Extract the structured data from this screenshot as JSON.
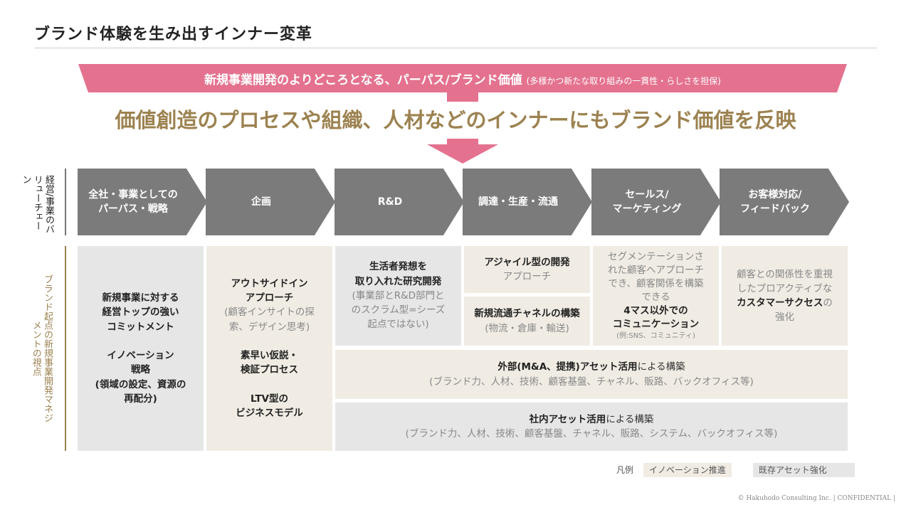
{
  "title": "ブランド体験を生み出すインナー変革",
  "banner": {
    "main": "新規事業開発のよりどころとなる、パーパス/ブランド価値",
    "sub": "(多様かつ新たな取り組みの一貫性・らしさを担保)"
  },
  "headline": "価値創造のプロセスや組織、人材などのインナーにもブランド価値を反映",
  "row_labels": {
    "value_chain": "経営/事業のバリューチェーン",
    "brand_view": "ブランド起点の新規事業開発マネジメントの視点"
  },
  "chain": [
    "全社・事業としての\nパーパス・戦略",
    "企画",
    "R&D",
    "調達・生産・流通",
    "セールス/\nマーケティング",
    "お客様対応/\nフィードバック"
  ],
  "cells": {
    "c1a": "新規事業に対する\n経営トップの強い\nコミットメント",
    "c1b": "イノベーション\n戦略",
    "c1c": "(領域の設定、資源の\n再配分)",
    "c2a": "アウトサイドイン\nアプローチ",
    "c2b": "(顧客インサイトの探\n索、デザイン思考)",
    "c2c": "素早い仮説・\n検証プロセス",
    "c2d": "LTV型の\nビジネスモデル",
    "c3a": "生活者発想を\n取り入れた研究開発",
    "c3b": "(事業部とR&D部門と\nのスクラム型=シーズ\n起点ではない)",
    "c4a": "アジャイル型の開発",
    "c4b": "アプローチ",
    "c4c": "新規流通チャネルの構築",
    "c4d": "(物流・倉庫・輸送)",
    "c5a": "セグメンテーションさ\nれた顧客へアプローチ\nでき、顧客関係を構築\nできる",
    "c5b": "4マス以外での\nコミュニケーション",
    "c5c": "(例:SNS、コミュニティ)",
    "c6a": "顧客との関係性を重視\nしたプロアクティブな",
    "c6b": "カスタマーサクセス",
    "c6c": "の\n強化",
    "ext_a": "外部(M&A、提携)アセット活用",
    "ext_b": "による構築",
    "ext_c": "(ブランド力、人材、技術、顧客基盤、チャネル、販路、バックオフィス等)",
    "int_a": "社内アセット活用",
    "int_b": "による構築",
    "int_c": "(ブランド力、人材、技術、顧客基盤、チャネル、販路、システム、バックオフィス等)"
  },
  "legend": {
    "label": "凡例",
    "innovation": "イノベーション推進",
    "existing": "既存アセット強化"
  },
  "footer": "© Hakuhodo Consulting Inc. | CONFIDENTIAL |",
  "colors": {
    "pink": "#e4728f",
    "gold": "#9c8250",
    "chevron": "#7b7b7b",
    "grey_cell": "#e6e6e6",
    "beige_cell": "#f0ece4"
  }
}
